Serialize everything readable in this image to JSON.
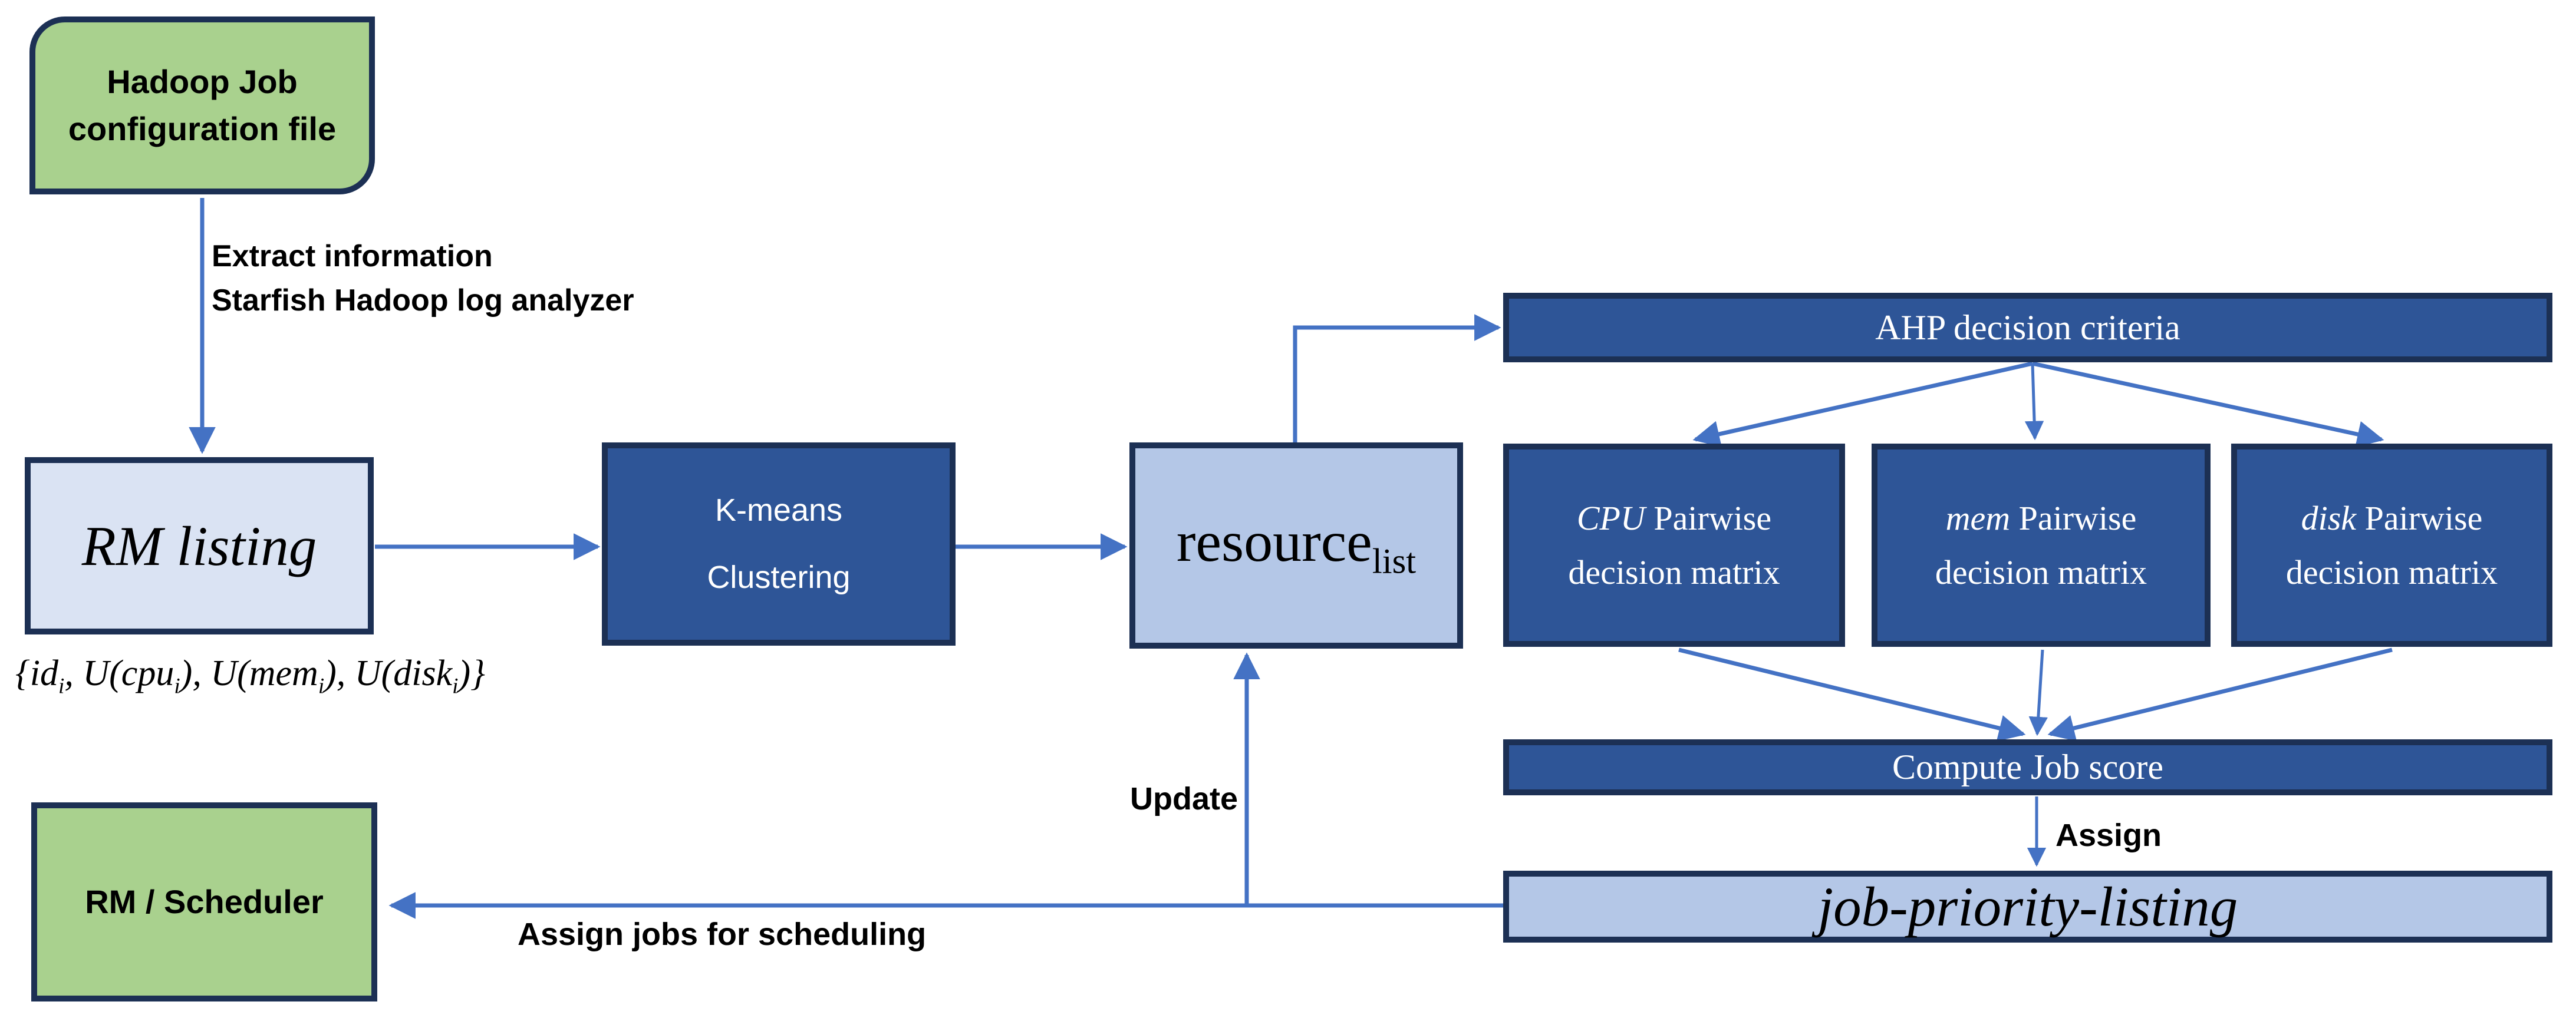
{
  "diagram": {
    "nodes": {
      "hadoop_config": {
        "label": "Hadoop Job configuration file"
      },
      "rm_listing": {
        "label": "RM listing"
      },
      "kmeans": {
        "line1": "K-means",
        "line2": "Clustering"
      },
      "resource": {
        "base": "resource",
        "subscript": "list"
      },
      "ahp": {
        "label": "AHP decision criteria"
      },
      "cpu_matrix": {
        "emphasis": "CPU",
        "rest": " Pairwise decision matrix"
      },
      "mem_matrix": {
        "emphasis": "mem",
        "rest": " Pairwise decision matrix"
      },
      "disk_matrix": {
        "emphasis": "disk",
        "rest": " Pairwise decision matrix"
      },
      "compute_score": {
        "label": "Compute Job score"
      },
      "job_priority": {
        "label": "job-priority-listing"
      },
      "rm_scheduler": {
        "label": "RM / Scheduler"
      }
    },
    "edge_labels": {
      "extract_line1": "Extract information",
      "extract_line2": "Starfish Hadoop log analyzer",
      "update": "Update",
      "assign": "Assign",
      "assign_jobs": "Assign jobs for scheduling"
    },
    "annotations": {
      "rm_tuple_segments": [
        {
          "t": "{id"
        },
        {
          "s": "i"
        },
        {
          "t": ", U(cpu"
        },
        {
          "s": "i"
        },
        {
          "t": "), U(mem"
        },
        {
          "s": "i"
        },
        {
          "t": "), U(disk"
        },
        {
          "s": "i"
        },
        {
          "t": ")}"
        }
      ]
    },
    "colors": {
      "green_fill": "#a9d18e",
      "dark_blue_fill": "#2e5597",
      "light_blue_fill": "#b4c7e7",
      "lighter_blue_fill": "#dae3f3",
      "border": "#1c3054",
      "arrow": "#4472c4"
    }
  }
}
